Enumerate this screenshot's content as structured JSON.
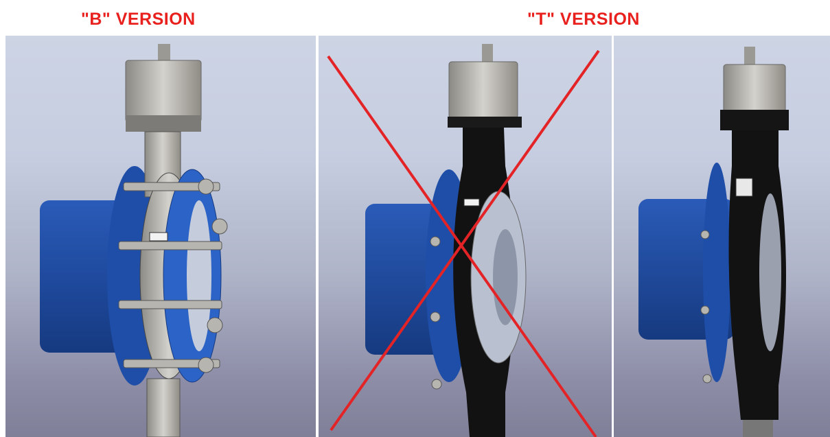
{
  "labels": {
    "b_version": "\"B\" VERSION",
    "t_version": "\"T\" VERSION"
  },
  "colors": {
    "label_red": "#e8211f",
    "pipe_blue": "#1f4fa8",
    "flange_blue": "#2c63c6",
    "valve_black": "#111111",
    "steel_grey": "#b9b9b6",
    "cross_red": "#e32326"
  },
  "panels": [
    {
      "name": "b-version-valve",
      "crossed_out": false
    },
    {
      "name": "t-version-valve-front",
      "crossed_out": true
    },
    {
      "name": "t-version-valve-side",
      "crossed_out": false
    }
  ]
}
